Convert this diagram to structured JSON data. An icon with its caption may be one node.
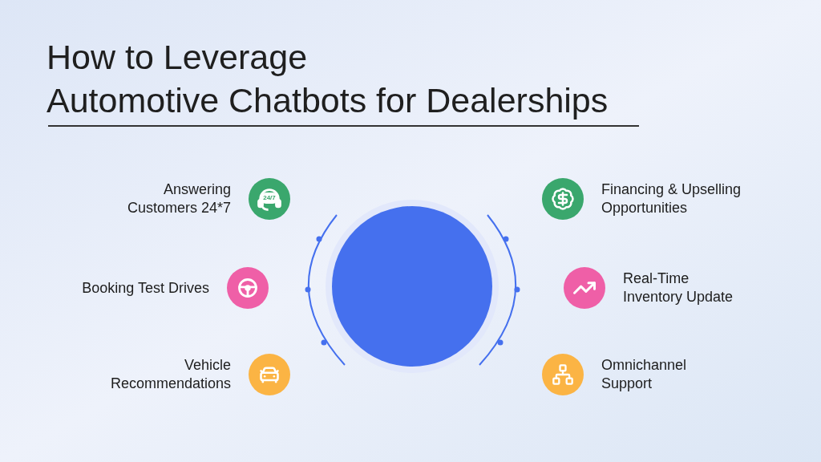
{
  "diagram": {
    "title": "How to Leverage Automotive Chatbots for Dealerships",
    "nodes": [
      {
        "text": [
          "Answering Customers 24*7"
        ]
      },
      {
        "text": [
          "Booking Test Drives"
        ]
      },
      {
        "text": [
          "Vehicle Recommendations"
        ]
      },
      {
        "text": [
          "Financing & Upselling Opportunities"
        ]
      },
      {
        "text": [
          "Real-Time Inventory Update"
        ]
      },
      {
        "text": [
          "Omnichannel Support"
        ]
      },
      {
        "text": [],
        "shape": "circle"
      }
    ],
    "labels": [
      "24/7"
    ]
  }
}
